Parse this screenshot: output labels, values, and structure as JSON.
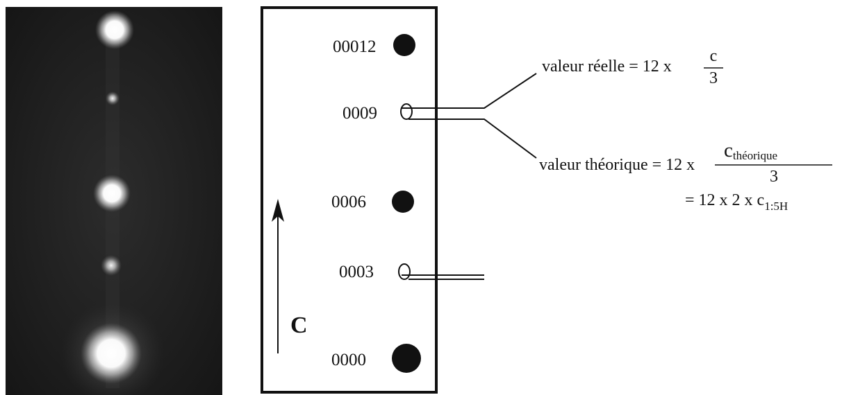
{
  "diffraction_image": {
    "description_icon": "electron-diffraction-pattern"
  },
  "schematic": {
    "axis_label": "C",
    "reflections": [
      {
        "label": "00012",
        "type": "filled"
      },
      {
        "label": "0009",
        "type": "open"
      },
      {
        "label": "0006",
        "type": "filled"
      },
      {
        "label": "0003",
        "type": "open"
      },
      {
        "label": "0000",
        "type": "filled"
      }
    ]
  },
  "annotations": {
    "real_value_prefix": "valeur réelle = 12 x",
    "real_value_numerator": "c",
    "real_value_denominator": "3",
    "theoretical_value_prefix": "valeur théorique = 12 x",
    "theoretical_value_numerator_main": "c",
    "theoretical_value_numerator_sub": "théorique",
    "theoretical_value_denominator": "3",
    "theoretical_equals_prefix": "= 12 x 2 x c",
    "theoretical_equals_sub": "1:5H"
  },
  "colors": {
    "ink": "#111111",
    "background": "#ffffff",
    "image_bg": "#1a1a1a",
    "spot": "#ffffff"
  }
}
